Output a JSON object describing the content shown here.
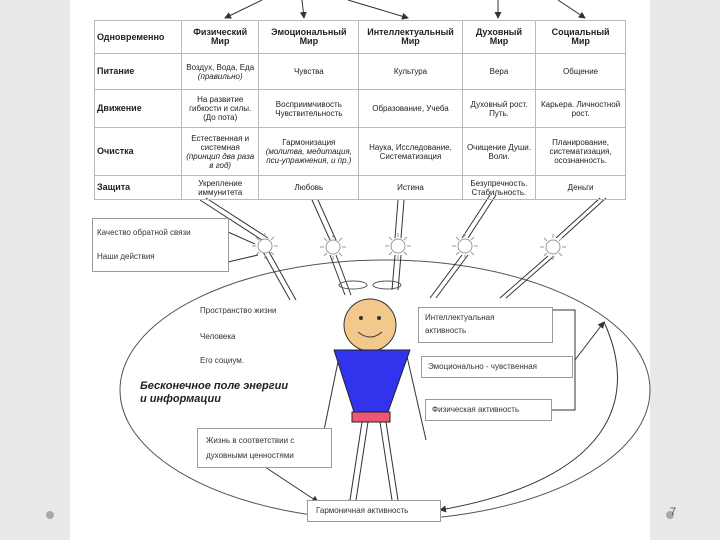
{
  "table": {
    "header": [
      {
        "l1": "Одновременно",
        "l2": ""
      },
      {
        "l1": "Физический",
        "l2": "Мир"
      },
      {
        "l1": "Эмоциональный",
        "l2": "Мир"
      },
      {
        "l1": "Интеллектуальный",
        "l2": "Мир"
      },
      {
        "l1": "Духовный",
        "l2": "Мир"
      },
      {
        "l1": "Социальный",
        "l2": "Мир"
      }
    ],
    "rows": [
      {
        "label": "Питание",
        "cells": [
          {
            "main": "Воздух, Вода, Еда",
            "note": "(правильно)"
          },
          {
            "main": "Чувства",
            "note": ""
          },
          {
            "main": "Культура",
            "note": ""
          },
          {
            "main": "Вера",
            "note": ""
          },
          {
            "main": "Общение",
            "note": ""
          }
        ]
      },
      {
        "label": "Движение",
        "cells": [
          {
            "main": "На развитие гибкости и силы. (До пота)",
            "note": ""
          },
          {
            "main": "Восприимчивость Чувствительность",
            "note": ""
          },
          {
            "main": "Образование, Учеба",
            "note": ""
          },
          {
            "main": "Духовный рост. Путь.",
            "note": ""
          },
          {
            "main": "Карьера. Личностной рост.",
            "note": ""
          }
        ]
      },
      {
        "label": "Очистка",
        "cells": [
          {
            "main": "Естественная и системная",
            "note": "(принцип два раза в год)"
          },
          {
            "main": "Гармонизация",
            "note": "(молитва, медитация, пси-упражнения, и пр.)"
          },
          {
            "main": "Наука, Исследование, Систематизация",
            "note": ""
          },
          {
            "main": "Очищение Души. Воли.",
            "note": ""
          },
          {
            "main": "Планирование, систематизация, осознанность.",
            "note": ""
          }
        ]
      },
      {
        "label": "Защита",
        "cells": [
          {
            "main": "Укрепление иммунитета",
            "note": ""
          },
          {
            "main": "Любовь",
            "note": ""
          },
          {
            "main": "Истина",
            "note": ""
          },
          {
            "main": "Безупречность. Стабильность.",
            "note": ""
          },
          {
            "main": "Деньги",
            "note": ""
          }
        ]
      }
    ]
  },
  "feedback_box": {
    "line1": "Качество обратной связи",
    "line2": "Наши действия"
  },
  "life_space": {
    "l1": "Пространство жизни",
    "l2": "Человека",
    "l3": "Его социум."
  },
  "field_label": {
    "l1": "Бесконечное поле энергии",
    "l2": "и информации"
  },
  "activity_boxes": {
    "intellectual": {
      "l1": "Интеллектуальная",
      "l2": "активность"
    },
    "emotional": "Эмоционально - чувственная",
    "physical": "Физическая активность"
  },
  "values_box": {
    "l1": "Жизнь в соответствии с",
    "l2": "духовными ценностями"
  },
  "harmony_box": "Гармоничная активность",
  "page_number": "7",
  "colors": {
    "body": "#3333ee",
    "belt": "#ee5577",
    "head": "#f2c88c",
    "sun": "#999999"
  }
}
